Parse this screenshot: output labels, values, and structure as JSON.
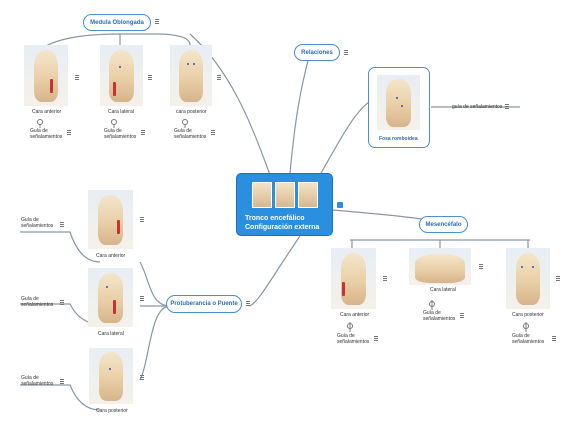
{
  "central": {
    "line1": "Tronco encefálico",
    "line2": "Configuración externa"
  },
  "medula": {
    "title": "Medula Oblongada",
    "images": [
      {
        "caption": "Cara anterior",
        "guide": [
          "Guía de",
          "señalamientos"
        ]
      },
      {
        "caption": "Cara lateral",
        "guide": [
          "Guía de",
          "señalamientos"
        ]
      },
      {
        "caption": "cara posterior",
        "guide": [
          "Guía de",
          "señalamientos"
        ]
      }
    ]
  },
  "relaciones": {
    "title": "Relaciones",
    "fosa": "Fosa romboidea",
    "guide": "guía de señalamientos"
  },
  "protuberancia": {
    "title": "Protuberancia o Puente",
    "images": [
      {
        "caption": "Cara anterior",
        "guide": [
          "Guía de",
          "señalamientos"
        ]
      },
      {
        "caption": "Cara lateral",
        "guide": [
          "Guía de",
          "señalamientos"
        ]
      },
      {
        "caption": "Cara posterior",
        "guide": [
          "Guía de",
          "señalamientos"
        ]
      }
    ]
  },
  "mesencefalo": {
    "title": "Mesencéfalo",
    "images": [
      {
        "caption": "Cara anterior",
        "guide": [
          "Guía de",
          "señalamientos"
        ]
      },
      {
        "caption": "Cara lateral",
        "guide": [
          "Guía de",
          "señalamientos"
        ]
      },
      {
        "caption": "Cara posterior",
        "guide": [
          "Guía de",
          "señalamientos"
        ]
      }
    ]
  },
  "colors": {
    "accent": "#2b8fe0",
    "border": "#4a8fd0",
    "link": "#8a96a3"
  },
  "icons": [
    "note-icon",
    "linked-topic-icon"
  ]
}
